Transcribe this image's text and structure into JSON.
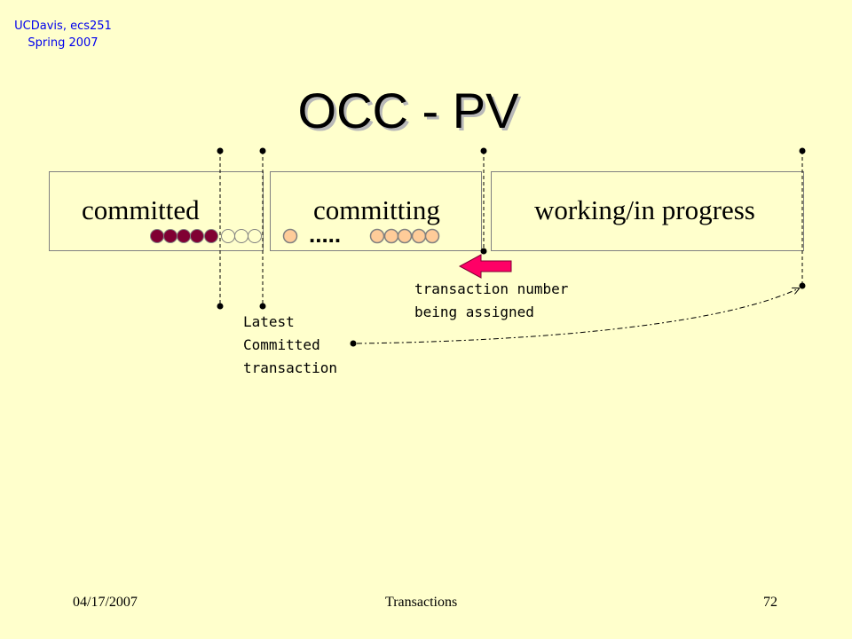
{
  "header": {
    "course": "UCDavis, ecs251",
    "term": "Spring 2007"
  },
  "title": "OCC - PV",
  "sections": [
    {
      "label": "committed"
    },
    {
      "label": "committing"
    },
    {
      "label": "working/in progress"
    }
  ],
  "ellipsis": ".....",
  "annotations": {
    "latest_committed": [
      "Latest",
      "Committed",
      "transaction"
    ],
    "tx_number": [
      "transaction number",
      "being assigned"
    ]
  },
  "colors": {
    "background": "#ffffcc",
    "committed_fill": "#800033",
    "committing_fill": "#ffcc99",
    "circle_outline": "#808080",
    "arrow_fill": "#ff0066",
    "header_text": "#0000ee"
  },
  "footer": {
    "date": "04/17/2007",
    "topic": "Transactions",
    "page": "72"
  }
}
